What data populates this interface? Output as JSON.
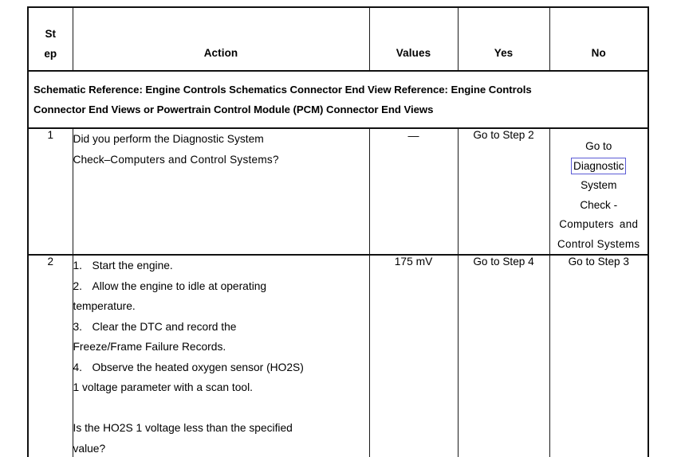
{
  "table": {
    "headers": {
      "step_line1": "St",
      "step_line2": "ep",
      "action": "Action",
      "values": "Values",
      "yes": "Yes",
      "no": "No"
    },
    "reference_row": {
      "line1": "Schematic Reference: Engine Controls Schematics Connector End View Reference: Engine Controls",
      "line2": "Connector End Views or Powertrain Control Module (PCM) Connector End Views"
    },
    "rows": [
      {
        "step": "1",
        "action_lines": [
          "Did you perform the Diagnostic System",
          "Check–Computers and Control Systems?"
        ],
        "action_line1_part": "Did you perform the Diagnostic System",
        "action_line2_prefix": "Check–",
        "action_line2_rest": "Computers and Control Systems?",
        "values": "—",
        "yes": "Go to Step 2",
        "no_lines": [
          "Go to",
          "Diagnostic",
          "System",
          "Check -",
          "Computers and",
          "Control Systems"
        ],
        "no_link_label": "Diagnostic",
        "no_link_border_color": "#5b5bd6"
      },
      {
        "step": "2",
        "action_items": [
          {
            "num": "1.",
            "text": "Start the engine."
          },
          {
            "num": "2.",
            "text": "Allow the engine to idle at operating"
          },
          {
            "num": "",
            "text": "temperature."
          },
          {
            "num": "3.",
            "text": "Clear the DTC and record the"
          },
          {
            "num": "",
            "text": "Freeze/Frame Failure Records."
          },
          {
            "num": "4.",
            "text": "Observe the heated oxygen sensor (HO2S)"
          },
          {
            "num": "",
            "text": "1 voltage parameter with a scan tool."
          }
        ],
        "action_question_lines": [
          " Is the HO2S 1 voltage less than the specified",
          "value?"
        ],
        "values": "175 mV",
        "yes": "Go to Step 4",
        "no": "Go to Step 3"
      }
    ]
  }
}
